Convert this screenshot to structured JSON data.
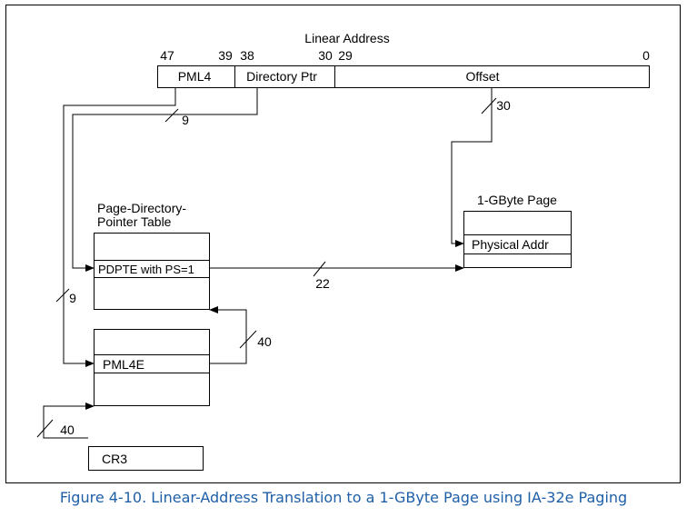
{
  "linear_address": {
    "title": "Linear Address",
    "bits": {
      "b47": "47",
      "b39": "39",
      "b38": "38",
      "b30": "30",
      "b29": "29",
      "b0": "0"
    },
    "fields": {
      "pml4": "PML4",
      "dir_ptr": "Directory Ptr",
      "offset": "Offset"
    }
  },
  "widths": {
    "pml4": "9",
    "dir_ptr": "9",
    "offset": "30",
    "pdpte_to_page": "22",
    "pml4e_to_pdpt": "40",
    "cr3": "40"
  },
  "pdpt": {
    "title_line1": "Page-Directory-",
    "title_line2": "Pointer Table",
    "entry": "PDPTE with PS=1"
  },
  "pml4_table": {
    "entry": "PML4E"
  },
  "page": {
    "title": "1-GByte Page",
    "entry": "Physical Addr"
  },
  "cr3": {
    "label": "CR3"
  },
  "caption": "Figure 4-10.  Linear-Address Translation to a 1-GByte Page using IA-32e Paging",
  "colors": {
    "caption": "#1f5fa8",
    "lines": "#000000"
  }
}
